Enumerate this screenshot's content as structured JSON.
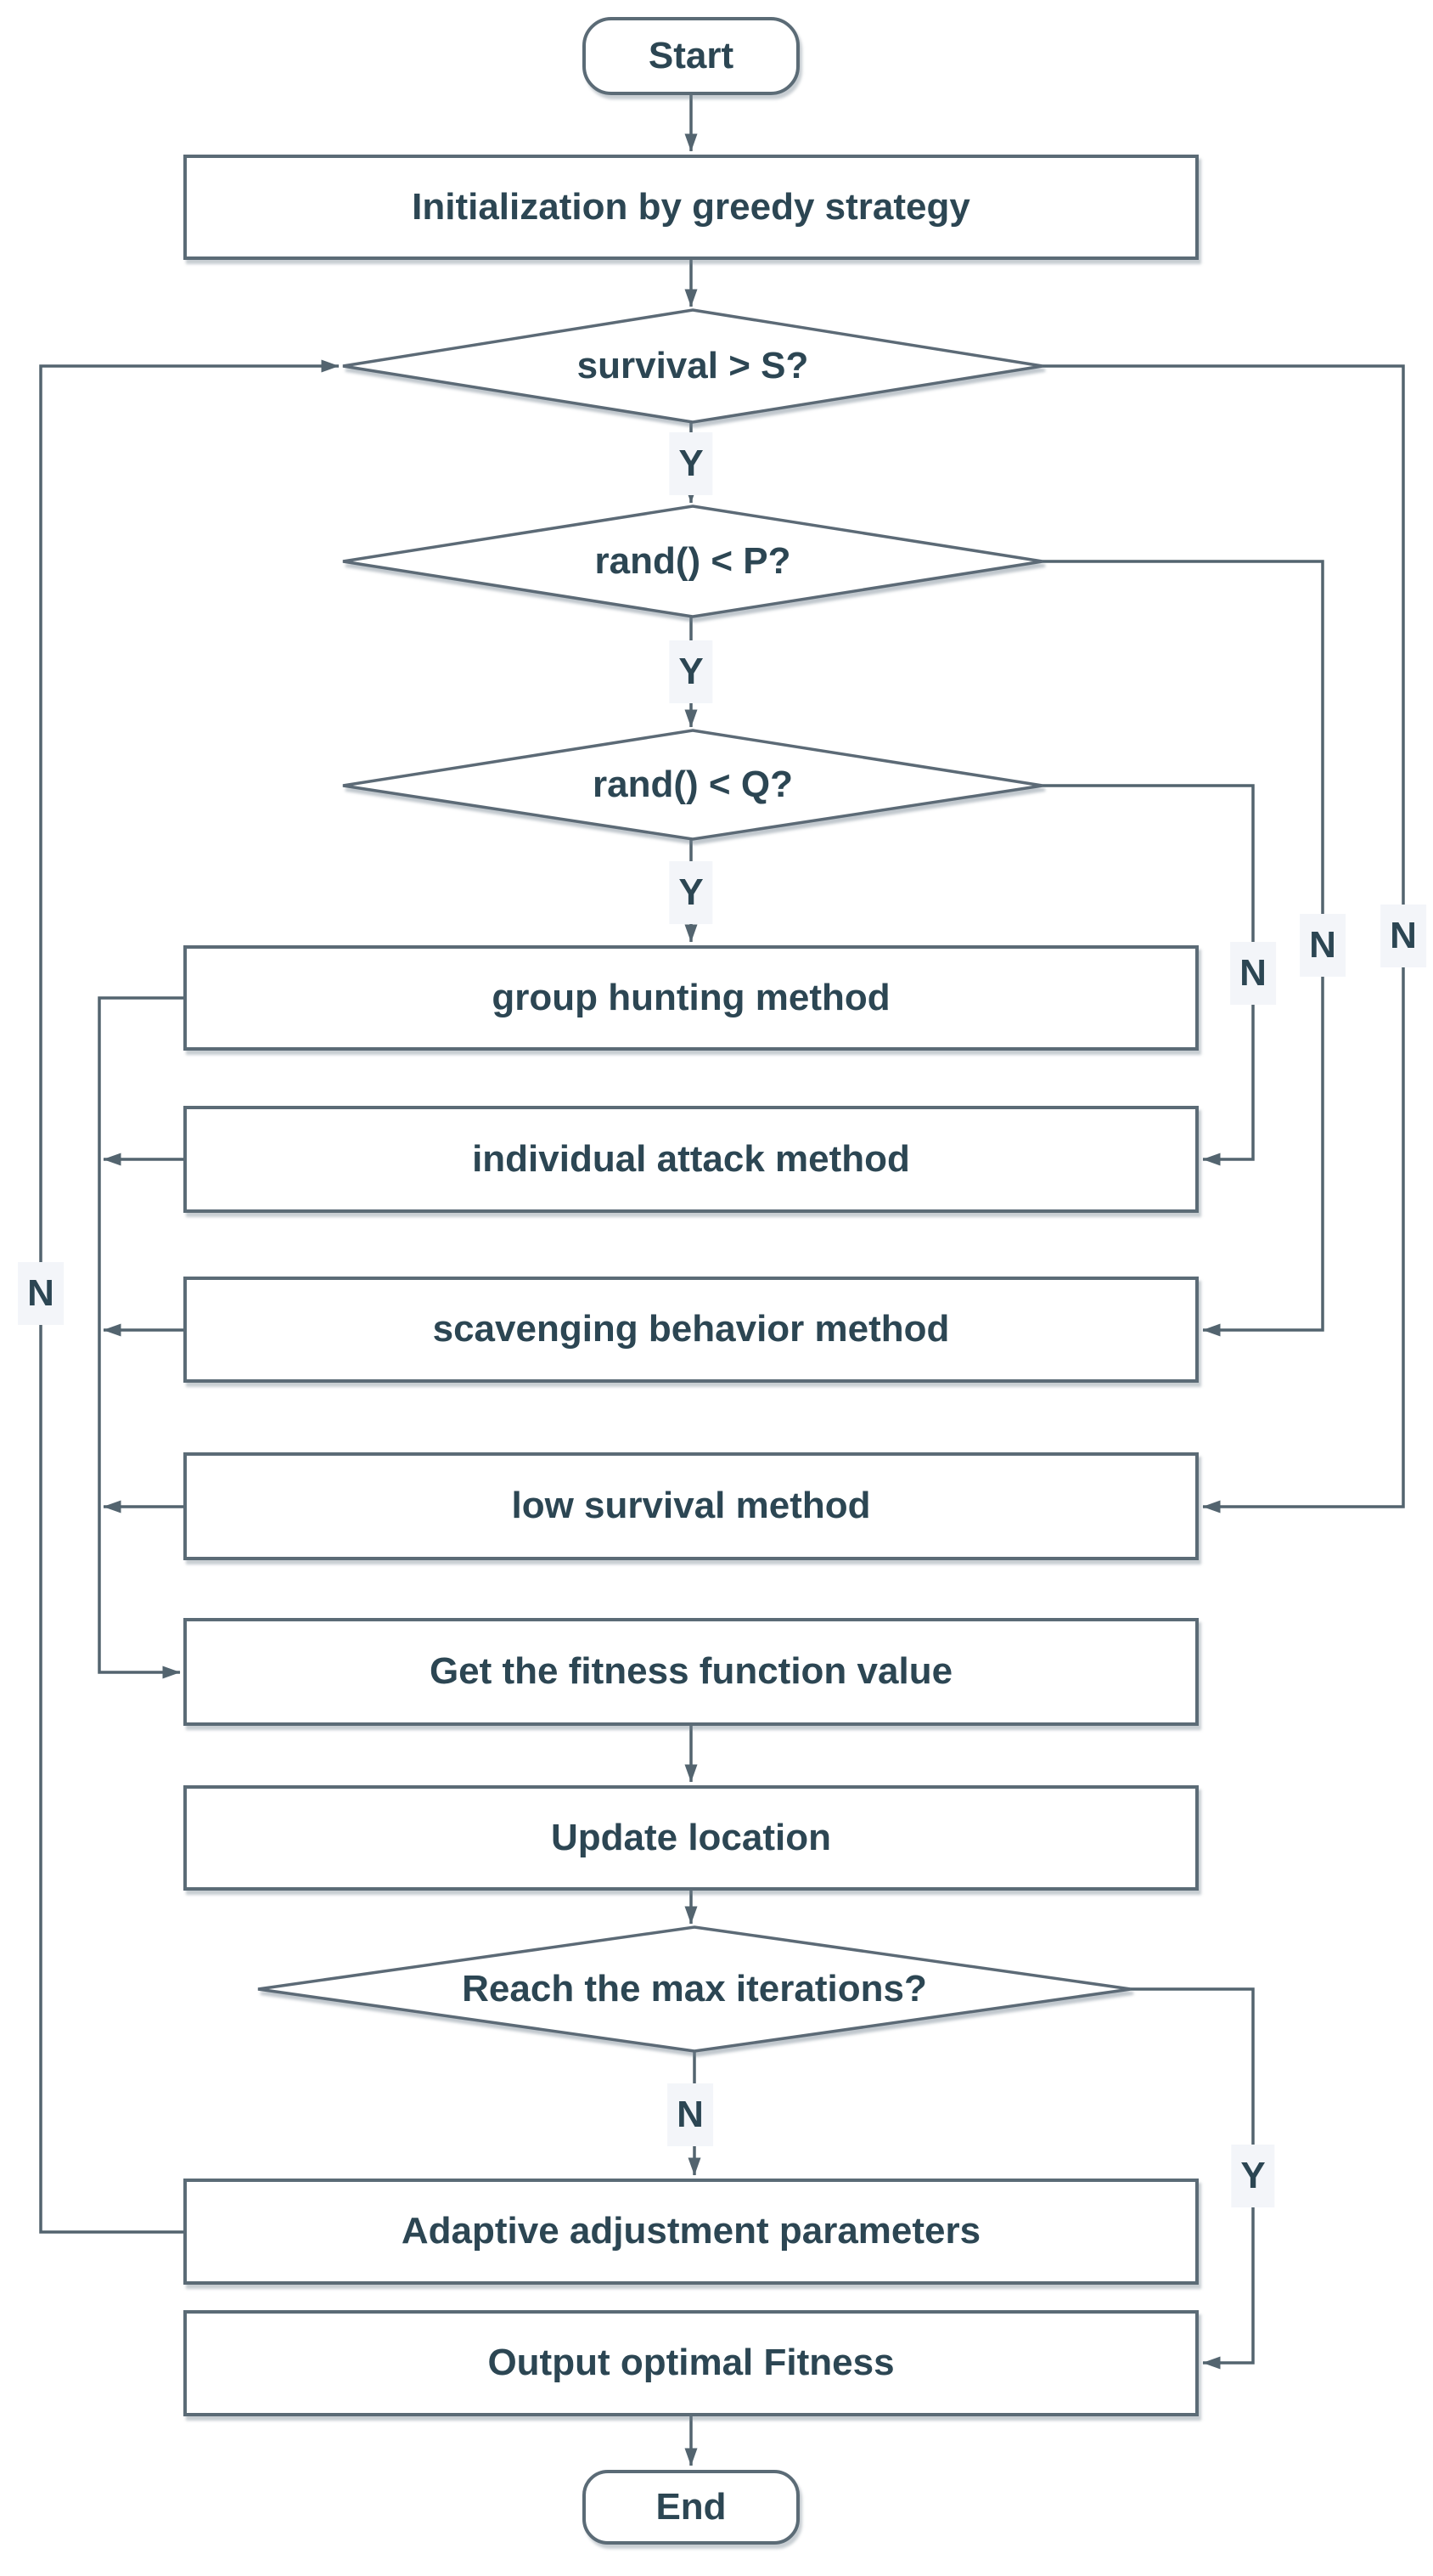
{
  "nodes": {
    "start": "Start",
    "init": "Initialization by greedy strategy",
    "survival": "survival > S?",
    "rand_p": "rand() < P?",
    "rand_q": "rand() < Q?",
    "group_hunting": "group hunting method",
    "individual_attack": "individual attack method",
    "scavenging": "scavenging behavior method",
    "low_survival": "low survival method",
    "fitness": "Get the fitness function value",
    "update_location": "Update location",
    "max_iter": "Reach the max iterations?",
    "adaptive": "Adaptive adjustment parameters",
    "output": "Output optimal Fitness",
    "end": "End"
  },
  "edge_labels": {
    "survival_yes": "Y",
    "rand_p_yes": "Y",
    "rand_q_yes": "Y",
    "rand_q_no": "N",
    "rand_p_no": "N",
    "survival_no": "N",
    "max_iter_no": "N",
    "max_iter_yes": "Y",
    "loop_back_no": "N"
  },
  "colors": {
    "line": "#53646f",
    "border": "#5b6b76",
    "text": "#2c4653",
    "label_bg": "#f3f5f9",
    "node_fill": "#ffffff",
    "page_bg": "#ffffff"
  }
}
